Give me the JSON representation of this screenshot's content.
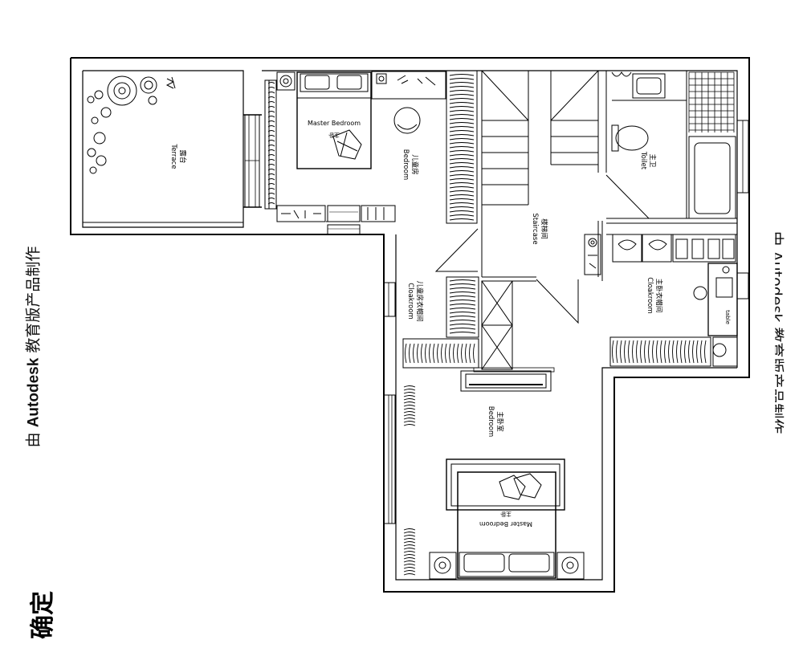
{
  "watermark": {
    "prefix": "由 ",
    "brand": "Autodesk",
    "suffix": " 教育版产品制作"
  },
  "watermark_right": "由 Autodesk 教育版产品制作",
  "stamp": "确定",
  "rooms": {
    "terrace": {
      "cn": "露台",
      "en": "Terrace"
    },
    "kids_bedroom": {
      "cn": "儿童房",
      "en": "Bedroom"
    },
    "kids_bed": {
      "en": "Master Bedroom",
      "cn": "主卧"
    },
    "staircase": {
      "cn": "楼梯间",
      "en": "Staircase"
    },
    "toilet": {
      "cn": "主卫",
      "en": "Toilet"
    },
    "kids_cloakroom": {
      "cn": "儿童房衣帽间",
      "en": "Cloakroom"
    },
    "master_cloakroom": {
      "cn": "主卧衣帽间",
      "en": "Cloakroom"
    },
    "master_bedroom": {
      "cn": "主卧室",
      "en": "Bedroom"
    },
    "master_bed": {
      "en": "Master Bedroom",
      "cn": "主卧"
    },
    "table": {
      "en": "table"
    }
  }
}
